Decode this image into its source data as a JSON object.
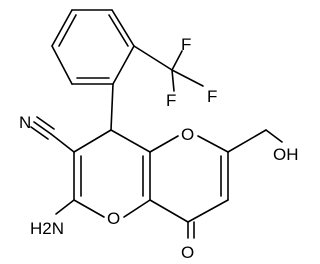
{
  "molecule": {
    "atom_labels": {
      "nitrile_n": "N",
      "amino": "H2N",
      "ring_o_upper": "O",
      "ring_o_lower": "O",
      "carbonyl_o": "O",
      "hydroxyl": "OH",
      "f_top": "F",
      "f_right": "F",
      "f_bottom": "F"
    }
  }
}
